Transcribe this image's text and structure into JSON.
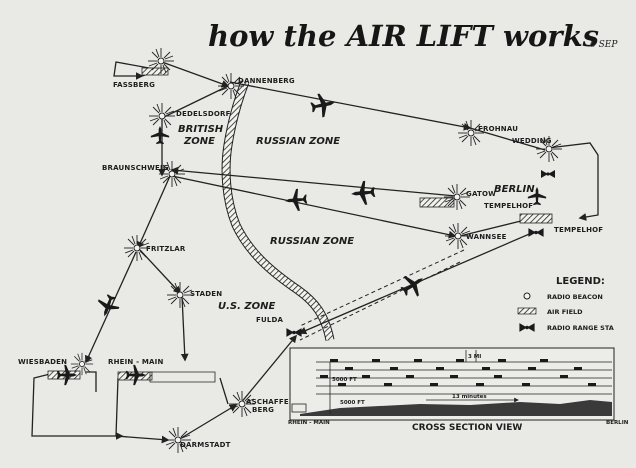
{
  "title": "how the AIR LIFT works",
  "date_note": "6 SEP",
  "places": {
    "fassberg": "FASSBERG",
    "dannenberg": "DANNENBERG",
    "dedelsdorf": "DEDELSDORF",
    "braunschweig": "BRAUNSCHWEIG",
    "fritzlar": "FRITZLAR",
    "staden": "STADEN",
    "wiesbaden": "WIESBADEN",
    "rhein_main": "RHEIN - MAIN",
    "aschaffenberg_1": "ASCHAFFEN-",
    "aschaffenberg_2": "BERG",
    "darmstadt": "DARMSTADT",
    "fulda": "FULDA",
    "frohnau": "FROHNAU",
    "wedding": "WEDDING",
    "gatow": "GATOW",
    "tempelhof_a": "TEMPELHOF",
    "tempelhof_b": "TEMPELHOF",
    "wannsee": "WANNSEE",
    "berlin": "BERLIN"
  },
  "zones": {
    "british_1": "BRITISH",
    "british_2": "ZONE",
    "russian_1": "RUSSIAN ZONE",
    "russian_2": "RUSSIAN ZONE",
    "us": "U.S. ZONE"
  },
  "legend": {
    "heading": "LEGEND:",
    "beacon": "RADIO BEACON",
    "airfield": "AIR FIELD",
    "range": "RADIO RANGE STA"
  },
  "cross_section": {
    "title": "CROSS SECTION VIEW",
    "base_label": "RHEIN - MAIN",
    "alt_1": "5000 FT",
    "alt_2": "5000 FT",
    "interval": "13 minutes",
    "spacing": "3 MI",
    "end_label": "BERLIN"
  },
  "colors": {
    "paper": "#e9e9e5",
    "ink": "#1d1d1d"
  }
}
